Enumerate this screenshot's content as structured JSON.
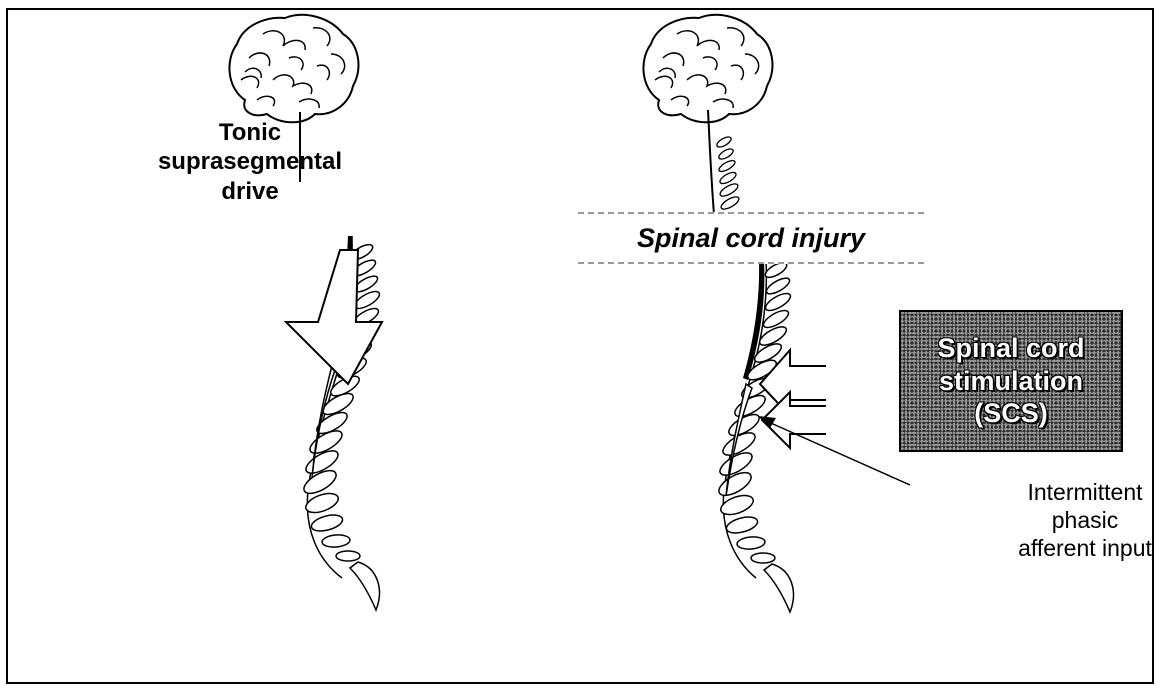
{
  "left_panel": {
    "label": [
      "Tonic",
      "suprasegmental",
      "drive"
    ]
  },
  "right_panel": {
    "injury_label": "Spinal cord injury",
    "stimulation_label": [
      "Spinal cord",
      "stimulation",
      "(SCS)"
    ],
    "afferent_label": [
      "Intermittent",
      "phasic",
      "afferent input"
    ]
  },
  "icons": [
    "brain-icon",
    "spine-icon",
    "drive-arrow-icon",
    "stimulation-arrow-icon"
  ]
}
